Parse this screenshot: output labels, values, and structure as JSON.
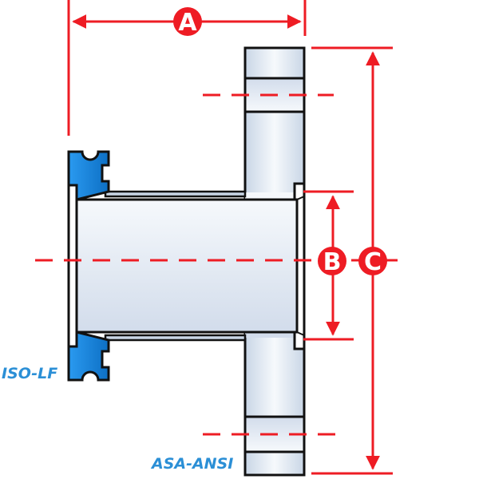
{
  "labels": {
    "dimension_a": "A",
    "dimension_b": "B",
    "dimension_c": "C",
    "flange_left": "ISO-LF",
    "flange_right": "ASA-ANSI"
  },
  "colors": {
    "dimension": "#ee1c24",
    "iso_flange": "#1e8fe0",
    "caption": "#2b8fd6",
    "outline": "#111111",
    "steel_light": "#f4f7fb",
    "steel_dark": "#c9d6e6"
  }
}
